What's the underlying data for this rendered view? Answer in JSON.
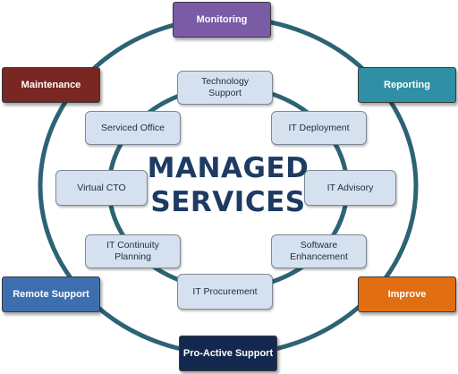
{
  "title": {
    "line1": "MANAGED",
    "line2": "SERVICES"
  },
  "outer_nodes": [
    {
      "label": "Monitoring",
      "color": "#7b5ba6"
    },
    {
      "label": "Reporting",
      "color": "#2f8fa4"
    },
    {
      "label": "Improve",
      "color": "#e26e12"
    },
    {
      "label": "Pro-Active Support",
      "color": "#13284f"
    },
    {
      "label": "Remote Support",
      "color": "#3d6fb0"
    },
    {
      "label": "Maintenance",
      "color": "#7a2622"
    }
  ],
  "inner_nodes": [
    {
      "label": "Technology Support"
    },
    {
      "label": "IT Deployment"
    },
    {
      "label": "IT Advisory"
    },
    {
      "label": "Software Enhancement"
    },
    {
      "label": "IT Procurement"
    },
    {
      "label": "IT Continuity Planning"
    },
    {
      "label": "Virtual CTO"
    },
    {
      "label": "Serviced Office"
    }
  ],
  "ring_color": "#2c6375",
  "inner_box_fill": "#d6e1ef"
}
